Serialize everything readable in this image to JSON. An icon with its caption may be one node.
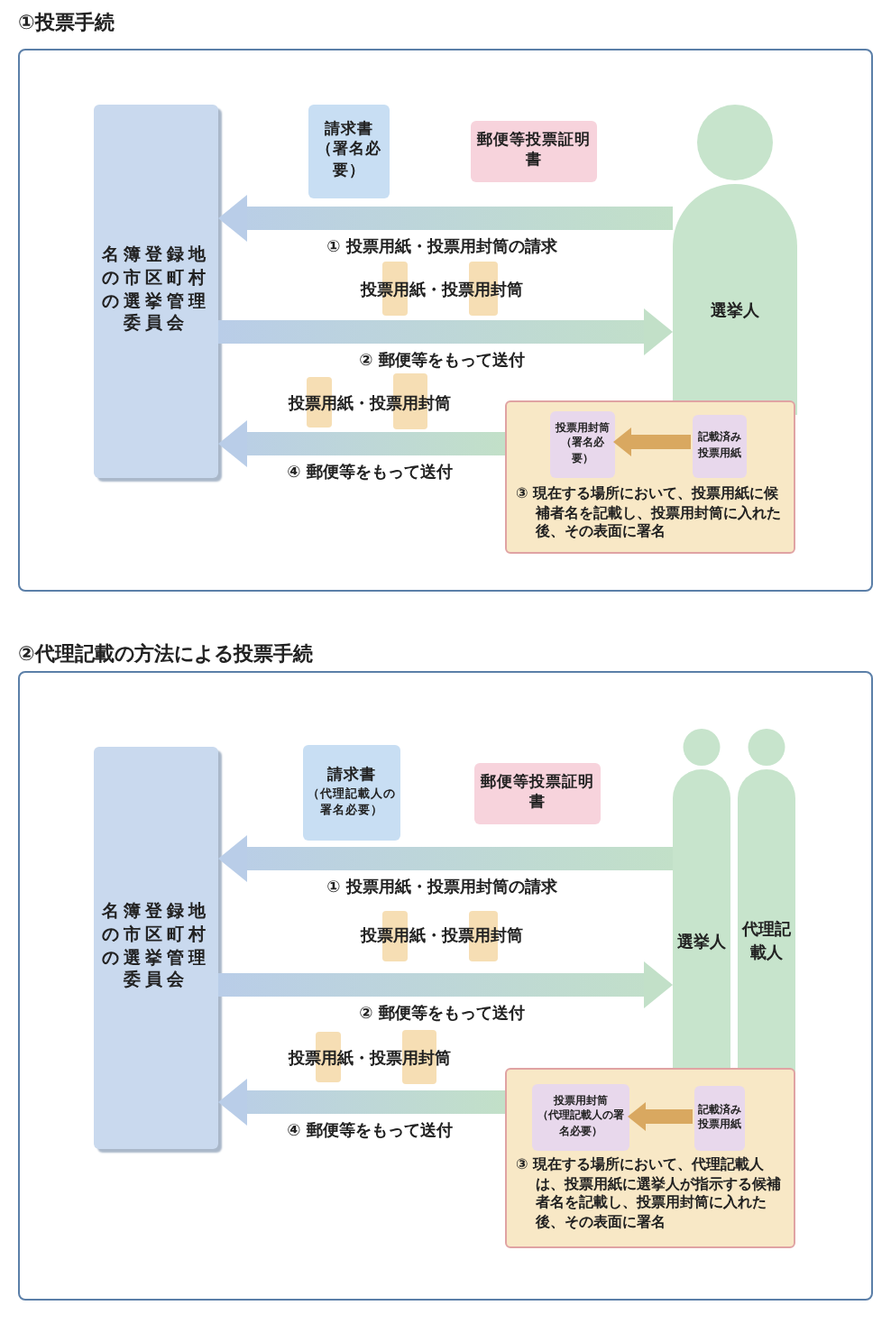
{
  "diagram": {
    "nodes": [
      {
        "text": [
          "①投票手続"
        ]
      },
      {
        "text": [
          "名簿登録地の市区町村の選挙管理委員会"
        ],
        "in": 0
      },
      {
        "text": [
          "請求書",
          "（署名必要）"
        ],
        "in": 0
      },
      {
        "text": [
          "郵便等投票証明書"
        ],
        "in": 0
      },
      {
        "text": [
          "選挙人"
        ],
        "in": 0
      },
      {
        "text": [
          "③ 現在する場所において、投票用紙に候補者名を記載し、投票用封筒に入れた後、その表面に署名"
        ],
        "in": 0
      },
      {
        "text": [
          "投票用封筒",
          "（署名必要）"
        ],
        "in": 5
      },
      {
        "text": [
          "記載済み投票用紙"
        ],
        "in": 5
      },
      {
        "text": [
          "②代理記載の方法による投票手続"
        ]
      },
      {
        "text": [
          "名簿登録地の市区町村の選挙管理委員会"
        ],
        "in": 8
      },
      {
        "text": [
          "請求書",
          "（代理記載人の署名必要）"
        ],
        "in": 8
      },
      {
        "text": [
          "郵便等投票証明書"
        ],
        "in": 8
      },
      {
        "text": [
          "選挙人"
        ],
        "in": 8
      },
      {
        "text": [
          "代理記載人"
        ],
        "in": 8
      },
      {
        "text": [
          "③ 現在する場所において、代理記載人は、投票用紙に選挙人が指示する候補者名を記載し、投票用封筒に入れた後、その表面に署名"
        ],
        "in": 8
      },
      {
        "text": [
          "投票用封筒",
          "（代理記載人の署名必要）"
        ],
        "in": 14
      },
      {
        "text": [
          "記載済み投票用紙"
        ],
        "in": 14
      }
    ],
    "edges": [
      {
        "from": 4,
        "to": 1,
        "arrow": "to",
        "label": "① 投票用紙・投票用封筒の請求"
      },
      {
        "from": 1,
        "to": 4,
        "arrow": "to",
        "label": "② 郵便等をもって送付"
      },
      {
        "from": 5,
        "to": 1,
        "arrow": "to",
        "label": "④ 郵便等をもって送付"
      },
      {
        "from": 7,
        "to": 6,
        "arrow": "to",
        "color": "#d9a860"
      },
      {
        "from": 12,
        "to": 9,
        "arrow": "to",
        "label": "① 投票用紙・投票用封筒の請求"
      },
      {
        "from": 9,
        "to": 12,
        "arrow": "to",
        "label": "② 郵便等をもって送付"
      },
      {
        "from": 14,
        "to": 9,
        "arrow": "to",
        "label": "④ 郵便等をもって送付"
      },
      {
        "from": 16,
        "to": 15,
        "arrow": "to",
        "color": "#d9a860"
      }
    ],
    "labels": [
      "投票用紙・投票用封筒",
      "投票用紙・投票用封筒",
      "投票用紙・投票用封筒",
      "投票用紙・投票用封筒"
    ]
  }
}
